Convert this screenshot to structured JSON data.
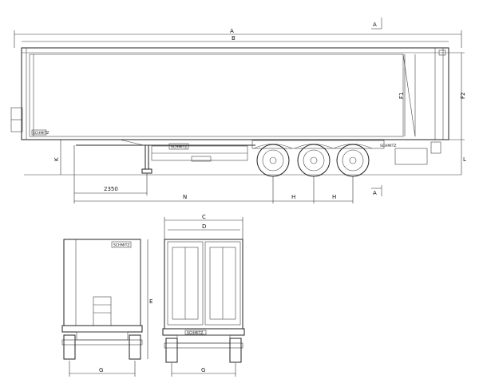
{
  "side_view": {
    "dim_A_overall": "A",
    "dim_B_body": "B",
    "dim_F1_inner_height": "F1",
    "dim_F2_overall_height": "F2",
    "dim_K_ground_clearance": "K",
    "dim_L": "L",
    "dim_2350": "2350",
    "dim_N_kingpin_to_axle": "N",
    "dim_H1_axle_spacing": "H",
    "dim_H2_axle_spacing": "H",
    "section_marker_top": "A",
    "section_marker_bottom": "A",
    "brand_plate_front": "SCHMITZ",
    "brand_plate_chassis": "SCHMITZ",
    "brand_plate_rear": "SCHMITZ"
  },
  "front_view": {
    "dim_G_track_width": "G",
    "dim_E_height": "E",
    "brand_plate": "SCHMITZ"
  },
  "rear_view": {
    "dim_C_overall_width": "C",
    "dim_D_inner_width": "D",
    "dim_G_track_width": "G",
    "brand_plate": "SCHMITZ"
  }
}
